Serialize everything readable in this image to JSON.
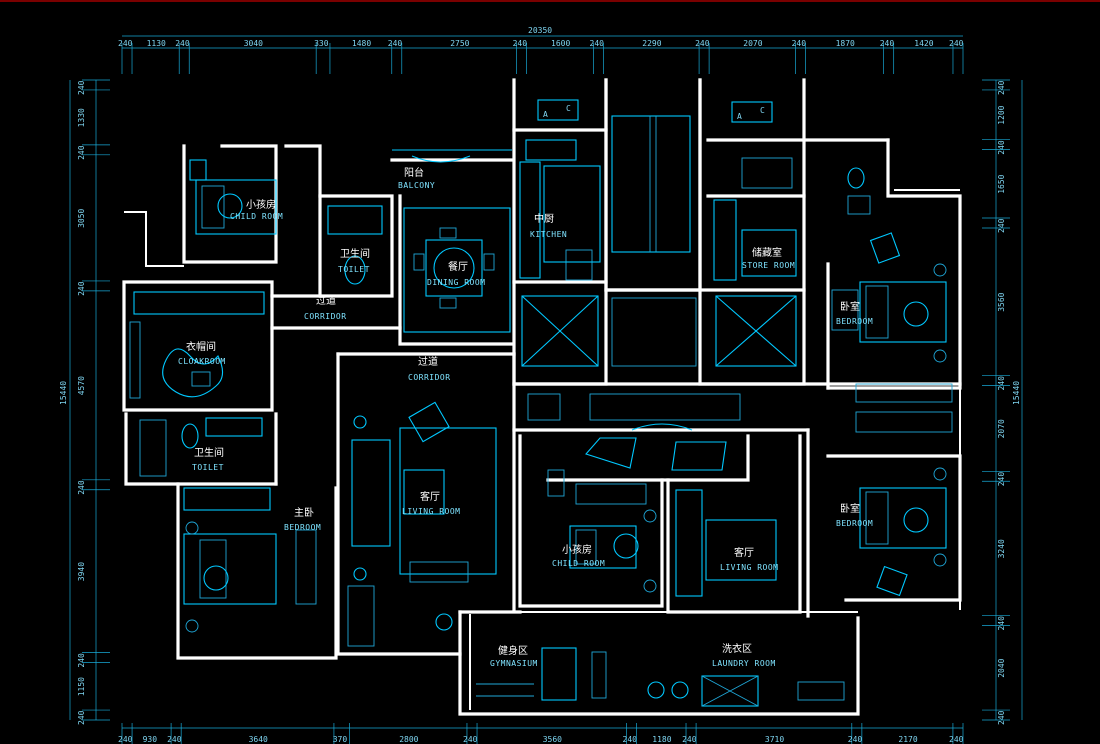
{
  "dimensions": {
    "top_total": "20350",
    "top_segments": [
      "240",
      "1130",
      "240",
      "3040",
      "330",
      "1480",
      "240",
      "2750",
      "240",
      "1600",
      "240",
      "2290",
      "240",
      "2070",
      "240",
      "1870",
      "240",
      "1420",
      "240"
    ],
    "bottom_segments": [
      "240",
      "930",
      "240",
      "3640",
      "370",
      "2800",
      "240",
      "3560",
      "240",
      "1180",
      "240",
      "3710",
      "240",
      "2170",
      "240"
    ],
    "left_total": "15440",
    "left_segments": [
      "240",
      "1330",
      "240",
      "3050",
      "240",
      "4570",
      "240",
      "3940",
      "240",
      "1150",
      "240"
    ],
    "right_total": "15440",
    "right_segments": [
      "240",
      "1200",
      "240",
      "1650",
      "240",
      "3560",
      "240",
      "2070",
      "240",
      "3240",
      "240",
      "2040",
      "240"
    ]
  },
  "rooms": [
    {
      "key": "child_room_a",
      "cn": "小孩房",
      "en": "CHILD ROOM"
    },
    {
      "key": "balcony",
      "cn": "阳台",
      "en": "BALCONY"
    },
    {
      "key": "toilet_a",
      "cn": "卫生间",
      "en": "TOILET"
    },
    {
      "key": "dining",
      "cn": "餐厅",
      "en": "DINING ROOM"
    },
    {
      "key": "corridor_a",
      "cn": "过道",
      "en": "CORRIDOR"
    },
    {
      "key": "cloakroom",
      "cn": "衣帽间",
      "en": "CLOAKROOM"
    },
    {
      "key": "corridor_b",
      "cn": "过道",
      "en": "CORRIDOR"
    },
    {
      "key": "toilet_b",
      "cn": "卫生间",
      "en": "TOILET"
    },
    {
      "key": "living_a",
      "cn": "客厅",
      "en": "LIVING ROOM"
    },
    {
      "key": "master",
      "cn": "主卧",
      "en": "BEDROOM"
    },
    {
      "key": "kitchen",
      "cn": "中厨",
      "en": "KITCHEN"
    },
    {
      "key": "store",
      "cn": "储藏室",
      "en": "STORE ROOM"
    },
    {
      "key": "bedroom_a",
      "cn": "卧室",
      "en": "BEDROOM"
    },
    {
      "key": "bedroom_b",
      "cn": "卧室",
      "en": "BEDROOM"
    },
    {
      "key": "child_room_b",
      "cn": "小孩房",
      "en": "CHILD ROOM"
    },
    {
      "key": "living_b",
      "cn": "客厅",
      "en": "LIVING ROOM"
    },
    {
      "key": "gym",
      "cn": "健身区",
      "en": "GYMNASIUM"
    },
    {
      "key": "laundry",
      "cn": "洗衣区",
      "en": "LAUNDRY ROOM"
    }
  ],
  "ac_tags": [
    {
      "a": "A",
      "c": "C"
    },
    {
      "a": "A",
      "c": "C"
    }
  ]
}
